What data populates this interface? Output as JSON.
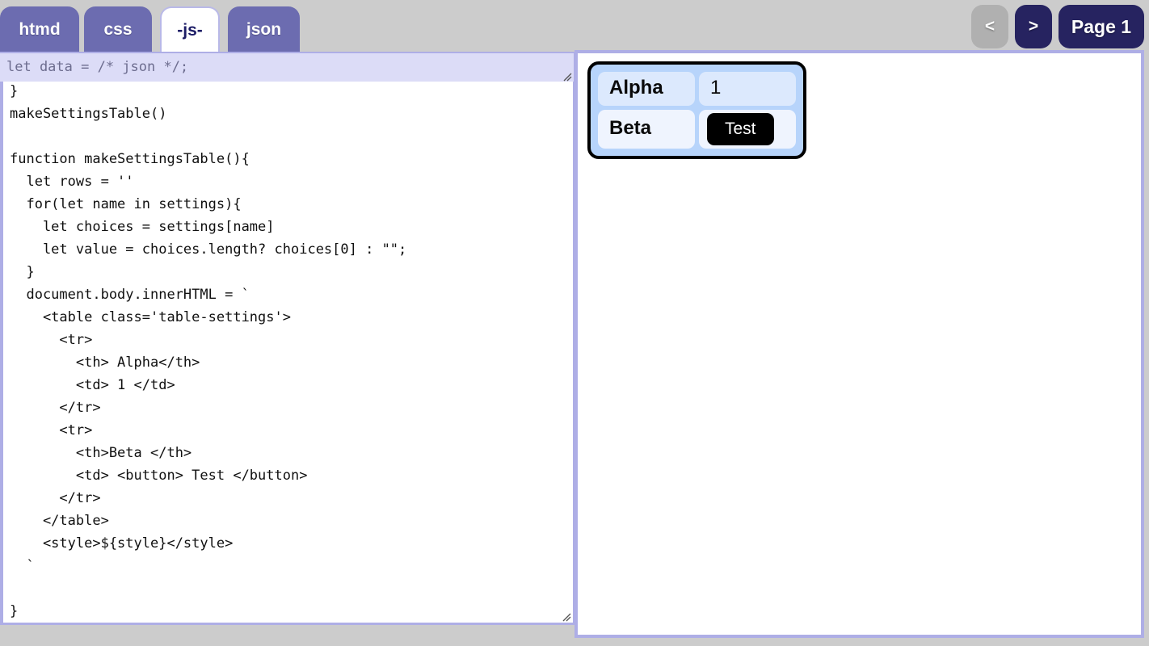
{
  "tabs": [
    {
      "id": "htmd",
      "label": "htmd",
      "active": false
    },
    {
      "id": "css",
      "label": "css",
      "active": false
    },
    {
      "id": "js",
      "label": "-js-",
      "active": true
    },
    {
      "id": "json",
      "label": "json",
      "active": false
    }
  ],
  "pager": {
    "prev_label": "<",
    "next_label": ">",
    "page_label": "Page 1",
    "prev_disabled_color": "#b0b0b0",
    "accent_color": "#262360"
  },
  "editor": {
    "language": "js",
    "code": "  'beta' : words('a b c d e')\n}\nmakeSettingsTable()\n\nfunction makeSettingsTable(){\n  let rows = ''\n  for(let name in settings){\n    let choices = settings[name]\n    let value = choices.length? choices[0] : \"\";\n  }\n  document.body.innerHTML = `\n    <table class='table-settings'>\n      <tr>\n        <th> Alpha</th>\n        <td> 1 </td>\n      </tr>\n      <tr>\n        <th>Beta </th>\n        <td> <button> Test </button>\n      </tr>\n    </table>\n    <style>${style}</style>\n  `\n\n}",
    "resize_handle": "resize-grip-icon"
  },
  "json_overlay": {
    "value": "let data = /* json */;",
    "background": "#dcdcf7",
    "text_color": "#6d6d8f",
    "resize_handle": "resize-grip-icon"
  },
  "preview": {
    "table": {
      "border_color": "#000000",
      "background": "#b7d4fb",
      "rows": [
        {
          "name": "row-alpha",
          "header": "Alpha",
          "value": "1",
          "value_type": "text"
        },
        {
          "name": "row-beta",
          "header": "Beta",
          "value": "Test",
          "value_type": "button"
        }
      ]
    }
  },
  "theme": {
    "page_background": "#cccccc",
    "tab_inactive": "#6c6cb0",
    "tab_active": "#ffffff",
    "tab_active_text": "#1c1c66",
    "panel_border": "#aeaee6"
  }
}
